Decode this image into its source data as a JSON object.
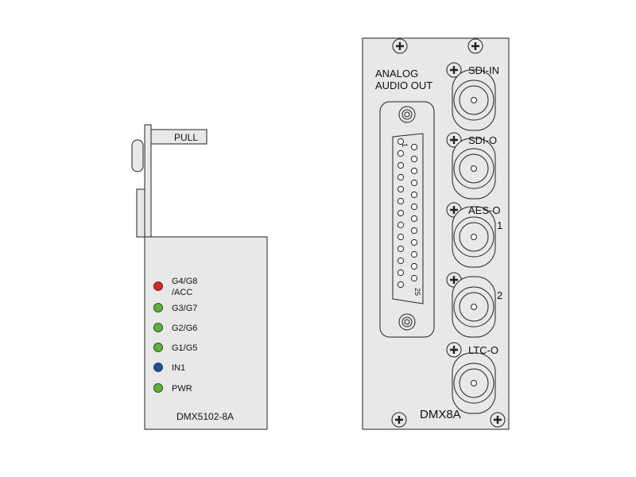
{
  "front_card": {
    "pull_label": "PULL",
    "model": "DMX5102-8A",
    "leds": [
      {
        "label1": "G4/G8",
        "label2": "/ACC",
        "color": "#e8211f"
      },
      {
        "label1": "G3/G7",
        "label2": "",
        "color": "#5ab531"
      },
      {
        "label1": "G2/G6",
        "label2": "",
        "color": "#5ab531"
      },
      {
        "label1": "G1/G5",
        "label2": "",
        "color": "#5ab531"
      },
      {
        "label1": "IN1",
        "label2": "",
        "color": "#1f4fa8"
      },
      {
        "label1": "PWR",
        "label2": "",
        "color": "#5ab531"
      }
    ]
  },
  "rear_panel": {
    "analog_title_line1": "ANALOG",
    "analog_title_line2": "AUDIO OUT",
    "dsub_pin1": "1",
    "dsub_pin25": "25",
    "connectors": [
      {
        "label": "SDI-IN",
        "sub": ""
      },
      {
        "label": "SDI-O",
        "sub": ""
      },
      {
        "label": "AES-O",
        "sub": "1"
      },
      {
        "label": "",
        "sub": "2"
      },
      {
        "label": "LTC-O",
        "sub": ""
      }
    ],
    "model": "DMX8A"
  },
  "colors": {
    "panel_fill": "#e8e8e8",
    "line": "#222222",
    "led_red": "#e8211f",
    "led_green": "#5ab531",
    "led_blue": "#1f4fa8"
  }
}
